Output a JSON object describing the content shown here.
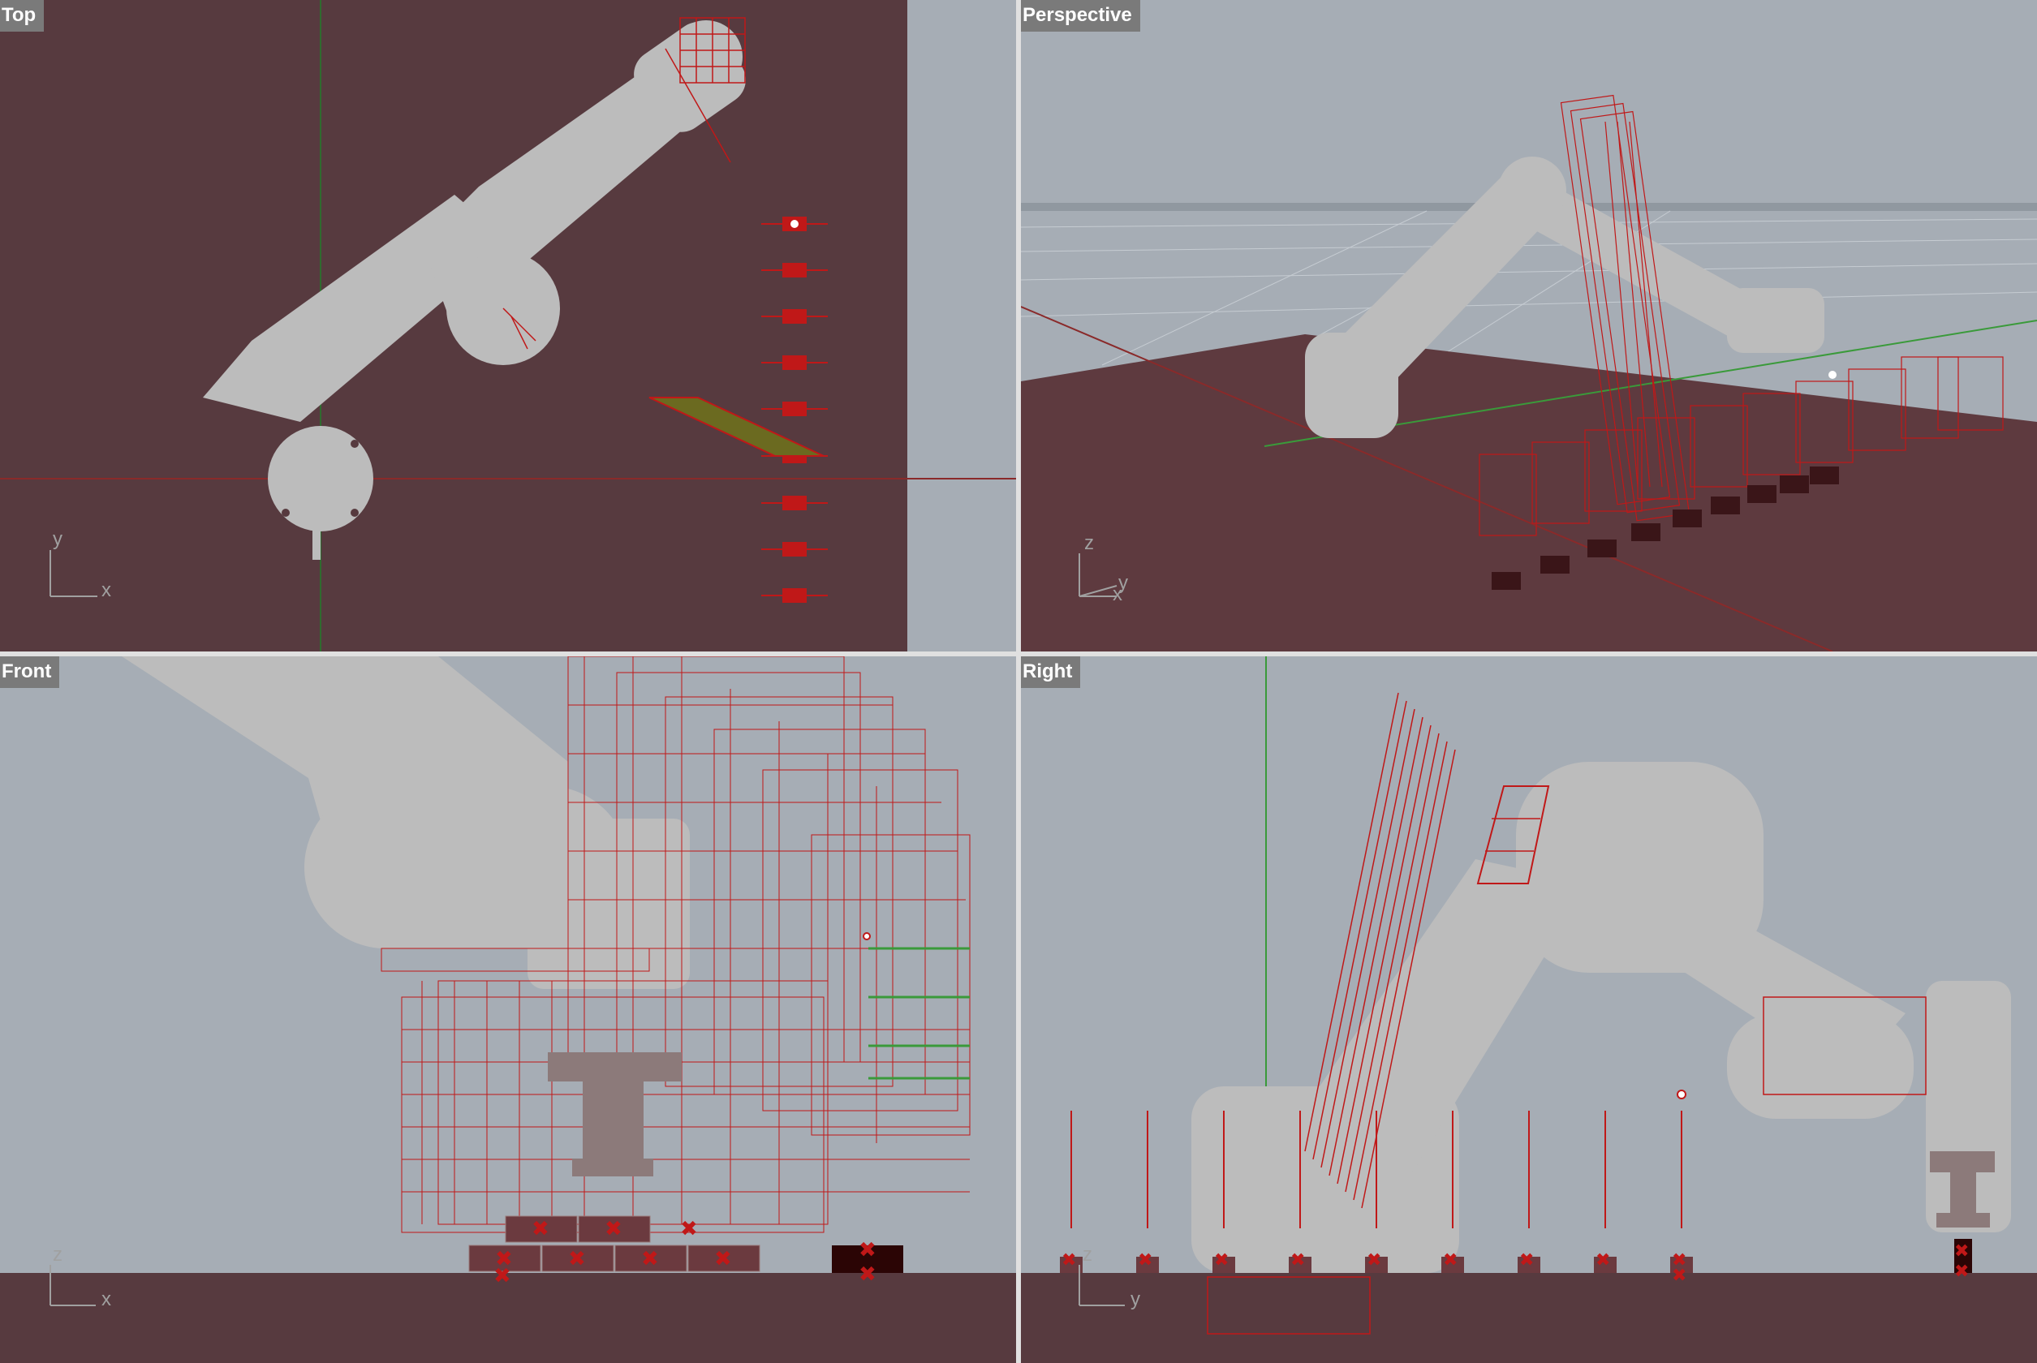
{
  "viewports": {
    "top": {
      "label": "Top",
      "axes": [
        "y",
        "x"
      ]
    },
    "perspective": {
      "label": "Perspective",
      "axes": [
        "z",
        "y",
        "x"
      ]
    },
    "front": {
      "label": "Front",
      "axes": [
        "z",
        "x"
      ]
    },
    "right": {
      "label": "Right",
      "axes": [
        "z",
        "y"
      ]
    }
  },
  "colors": {
    "canvas_bg": "#5a3a40",
    "canvas_bg_light": "#a6adb5",
    "robot": "#bcbcbc",
    "wire": "#c01818",
    "axis_green": "#3a9a3a",
    "axis_red": "#9a2020",
    "block": "#6b3a3f",
    "block_dark": "#2b0505",
    "divider": "#e0e0e0"
  },
  "icons": [
    "target-x-icon",
    "origin-point-icon"
  ]
}
